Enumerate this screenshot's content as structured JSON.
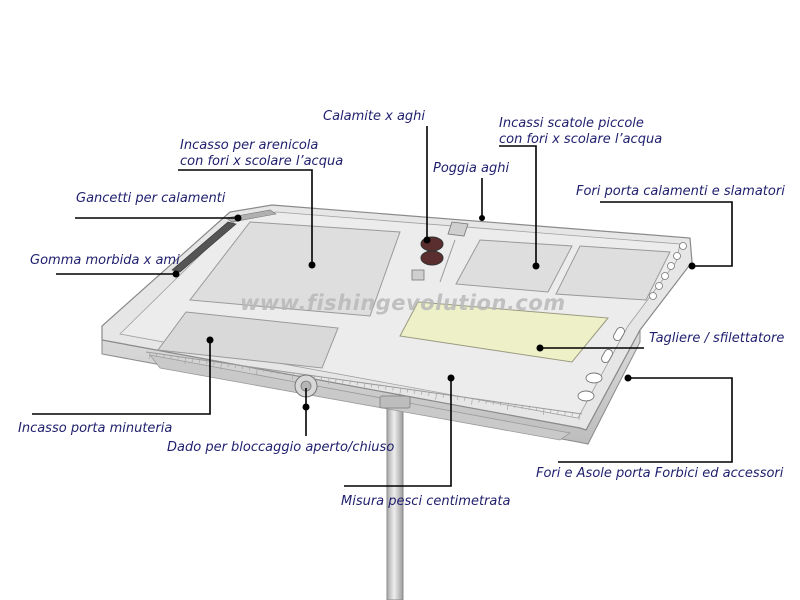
{
  "labels": {
    "calamite": "Calamite x aghi",
    "incasso_arenicola_1": "Incasso per arenicola",
    "incasso_arenicola_2": "con fori x scolare l’acqua",
    "incassi_scatole_1": "Incassi scatole piccole",
    "incassi_scatole_2": "con fori x scolare l’acqua",
    "poggia_aghi": "Poggia aghi",
    "gancetti": "Gancetti per calamenti",
    "fori_porta_calamenti": "Fori porta calamenti e slamatori",
    "gomma_morbida": "Gomma morbida x ami",
    "tagliere": "Tagliere / sfilettatore",
    "incasso_minuteria": "Incasso porta minuteria",
    "dado": "Dado per bloccaggio aperto/chiuso",
    "fori_asole": "Fori e Asole porta Forbici ed accessori",
    "misura_pesci": "Misura pesci centimetrata"
  },
  "watermark": "www.fishingevolution.com",
  "colors": {
    "label_text": "#1f1f6e",
    "leader_line": "#000000",
    "tray_fill": "#e6e6e6",
    "tray_outline": "#8a8a8a",
    "cutting_board": "#eef0c8",
    "pole": "#d4d4d4"
  }
}
